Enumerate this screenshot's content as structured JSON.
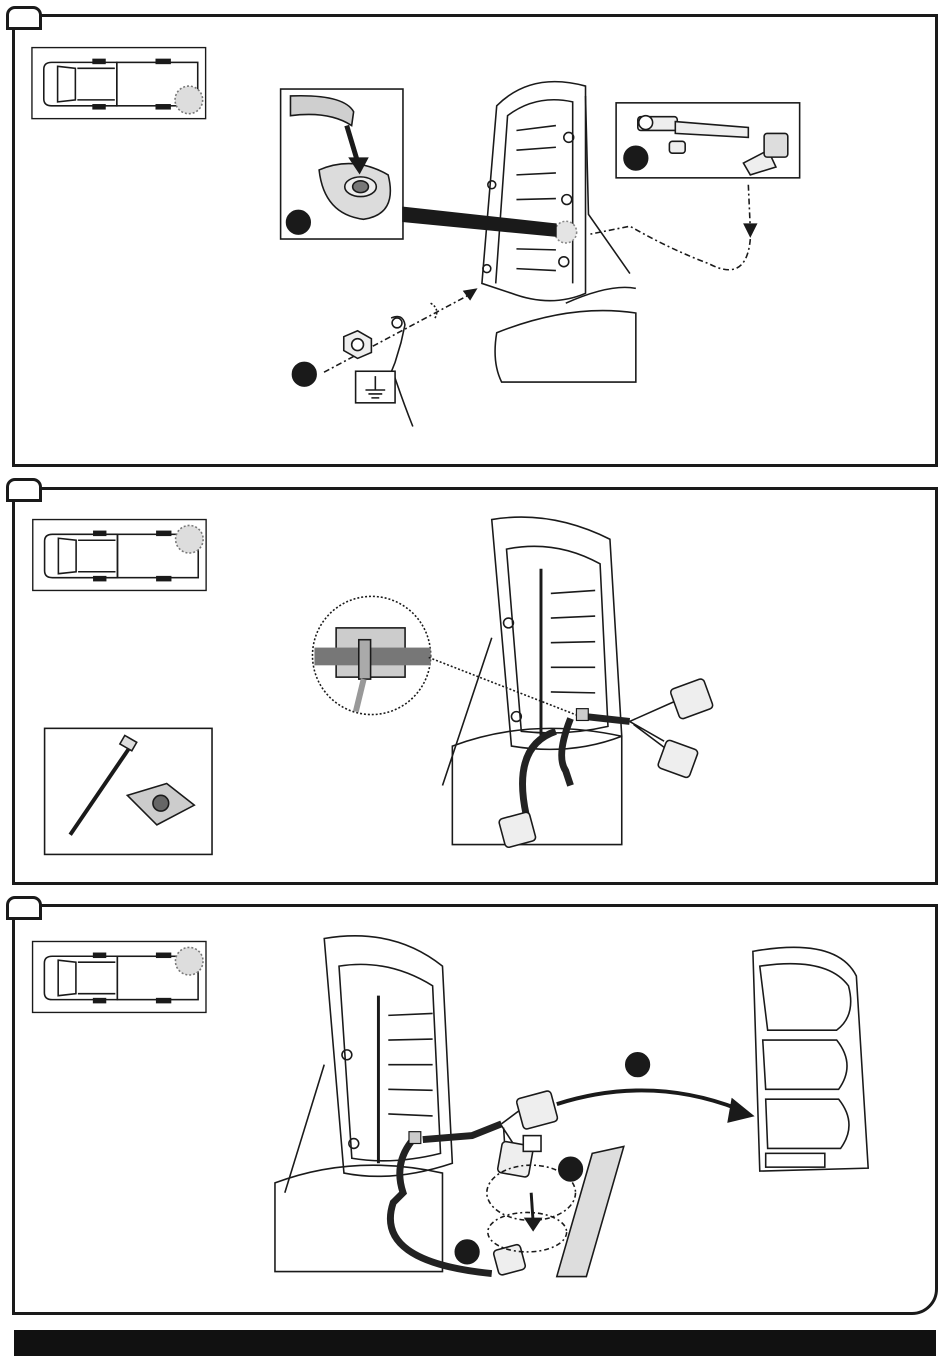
{
  "document": {
    "steps": [
      {
        "id": 1,
        "tab_label": "",
        "content": "ground-wire-installation"
      },
      {
        "id": 2,
        "tab_label": "",
        "content": "harness-routing-with-cable-tie"
      },
      {
        "id": 3,
        "tab_label": "",
        "content": "tail-light-connector-installation"
      }
    ],
    "callout_markers": [
      "",
      "",
      "",
      "",
      "",
      "",
      ""
    ],
    "colors": {
      "line": "#1a1a1a",
      "fill_gray": "#cfcfcf",
      "harness": "#222222",
      "footer": "#111111"
    }
  }
}
